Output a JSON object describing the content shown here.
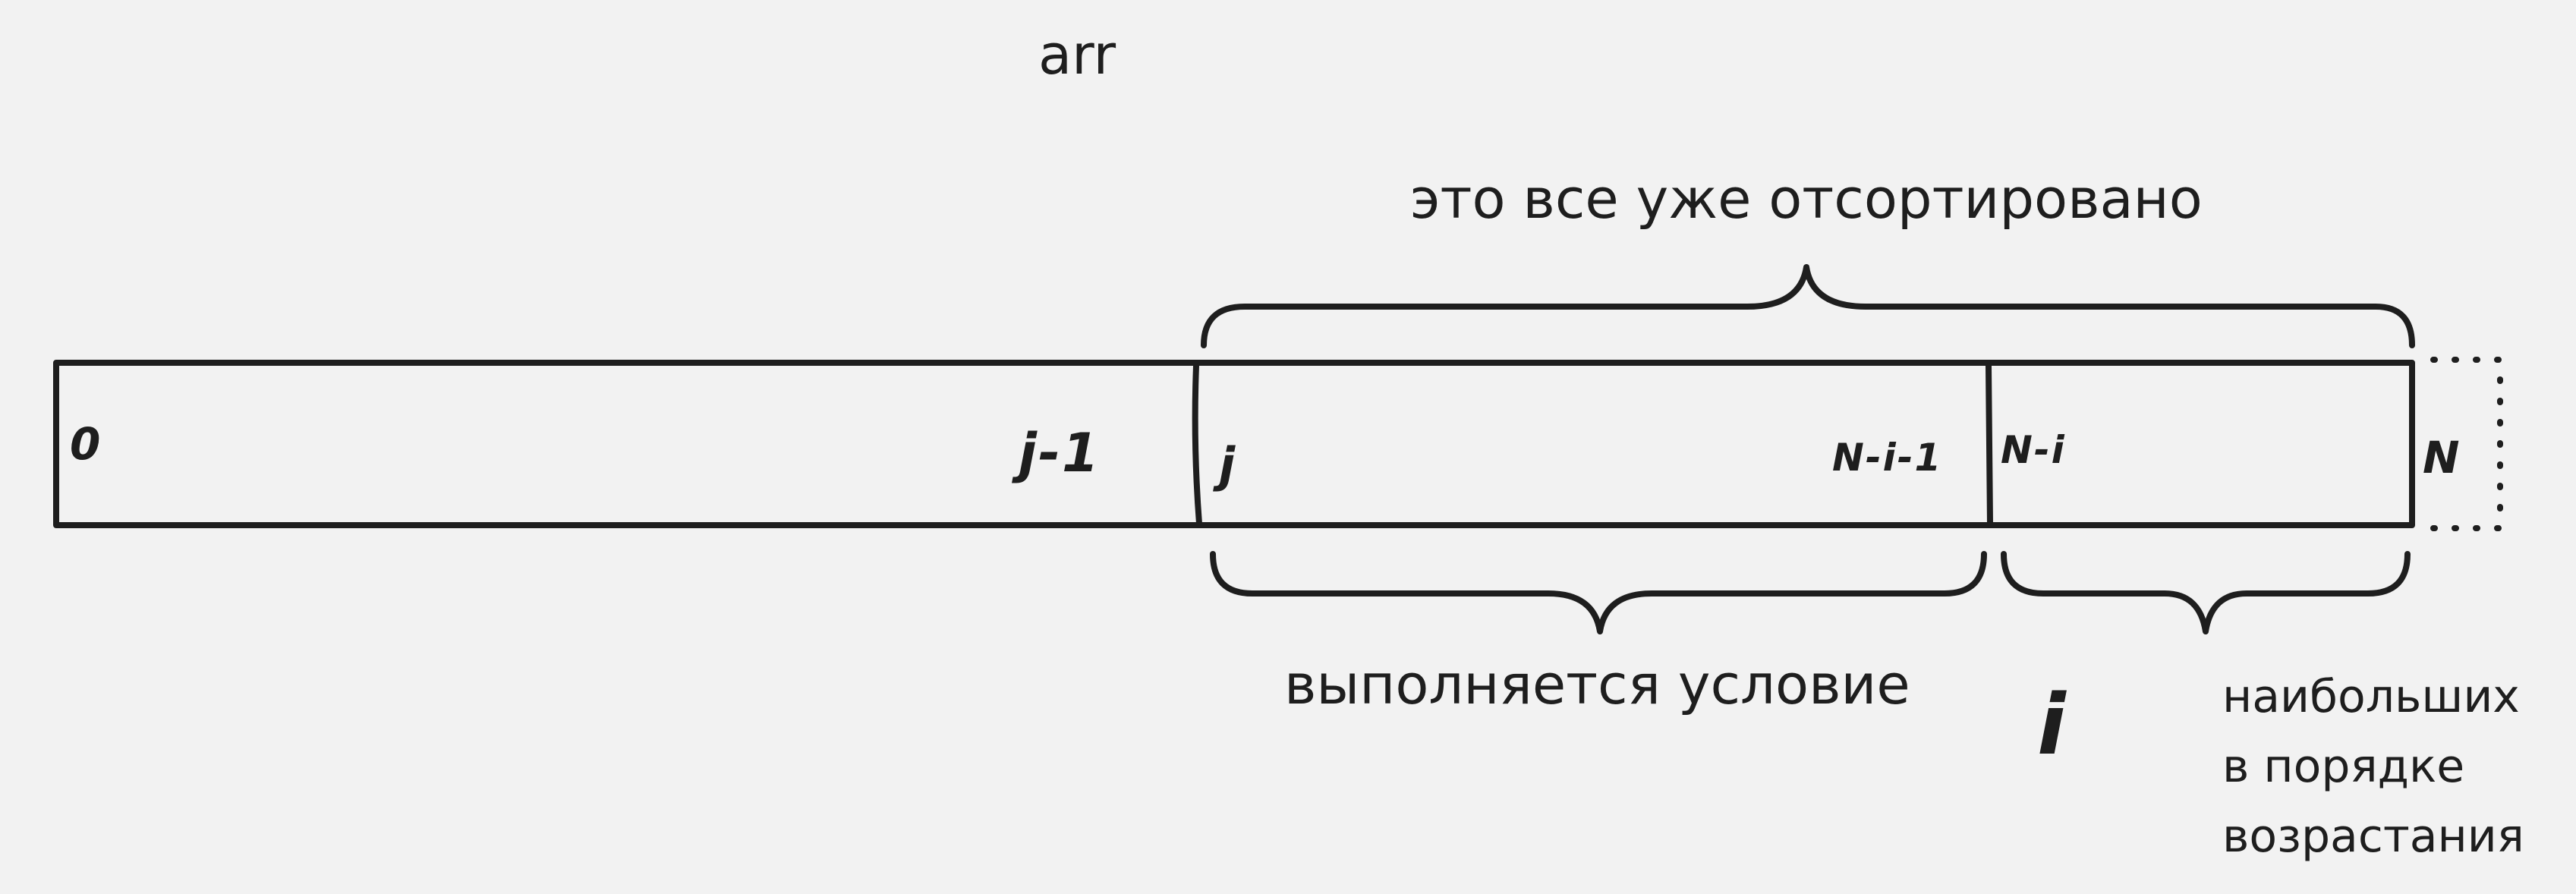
{
  "diagram": {
    "array_name": "arr",
    "sorted_note": "это все уже отсортировано",
    "condition_note": "выполняется условие",
    "largest_note": {
      "line1": "наибольших",
      "line2": "в порядке",
      "line3": "возрастания"
    },
    "index_labels": {
      "start": "0",
      "j_minus_1": "j-1",
      "j": "j",
      "n_minus_i_minus_1": "N-i-1",
      "n_minus_i": "N-i",
      "n": "N",
      "i": "i"
    },
    "colors": {
      "background": "#f2f2f2",
      "stroke": "#1e1e1e"
    }
  }
}
